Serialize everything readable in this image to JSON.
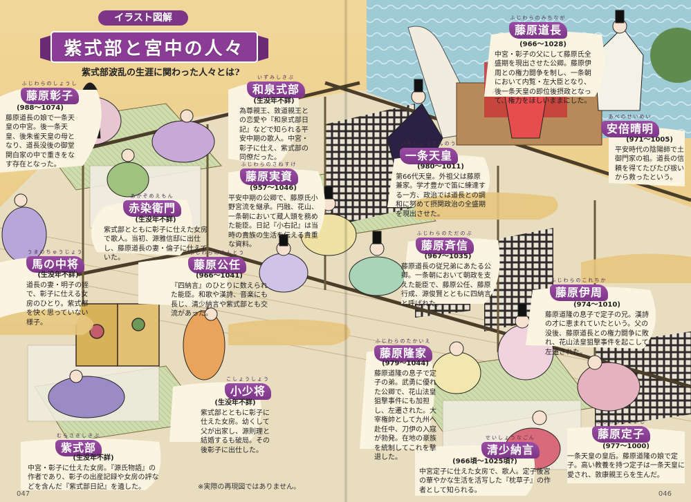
{
  "header": {
    "label": "イラスト図解",
    "title": "紫式部と宮中の人々",
    "subtitle": "紫式部波乱の生涯に関わった人々とは?"
  },
  "people": [
    {
      "name": "藤原彰子",
      "ruby": "ふじわらのしょうし",
      "dates": "(988～1074)",
      "desc": "藤原道長の娘で一条天皇の中宮。後一条天皇、後朱雀天皇の母となり、道長没後の御堂関白家の中で重きをなす存在となった。"
    },
    {
      "name": "和泉式部",
      "ruby": "いずみしきぶ",
      "dates": "(生没年不詳)",
      "desc": "為尊親王、敦道親王との恋愛や『和泉式部日記』などで知られる平安中期の歌人。中宮・彰子に仕え、紫式部の同僚だった。"
    },
    {
      "name": "赤染衛門",
      "ruby": "あかぞめえもん",
      "dates": "(生没年不詳)",
      "desc": "紫式部とともに彰子に仕えた女房で歌人。当初、源雅信邸に出仕し、藤原道長の妻・倫子に仕えていた。"
    },
    {
      "name": "藤原実資",
      "ruby": "ふじわらのさねすけ",
      "dates": "(957～1046)",
      "desc": "平安中期の公卿で、藤原氏小野宮流を継承。円融、花山、一条朝において蔵人頭を務めた能臣。日記『小右記』は当時の貴族の生活を伝える貴重な資料。"
    },
    {
      "name": "馬の中将",
      "ruby": "うまのちゅうじょう",
      "dates": "(生没年不詳)",
      "desc": "道長の妻・明子の姪で、彰子に仕える女房のひとり。紫式部を快く思っていない様子。"
    },
    {
      "name": "藤原公任",
      "ruby": "ふじわらのきんとう",
      "dates": "(966～1041)",
      "desc": "『四納言』のひとりに数えられた能臣。和歌や漢詩、音楽にも長じ、清少納言や紫式部とも交流があった。"
    },
    {
      "name": "藤原道長",
      "ruby": "ふじわらのみちなが",
      "dates": "(966～1028)",
      "desc": "中宮・彰子の父にして藤原氏全盛期を現出させた公卿。藤原伊周との権力闘争を制し、一条朝において内覧・左大臣となり、後一条天皇の即位後摂政となって、権力をほしいままにした。"
    },
    {
      "name": "安倍晴明",
      "ruby": "あべのせいめい",
      "dates": "(971～1005)",
      "desc": "平安時代の陰陽師で土御門家の祖。道長の信頼を得てたびたび祓いから救ったという。"
    },
    {
      "name": "一条天皇",
      "ruby": "いちじょうてんのう",
      "dates": "(980～1011)",
      "desc": "第66代天皇。外祖父は藤原兼家。学才豊かで笛に練達する一方、政治では道長との調和に努めて摂関政治の全盛期を現出させた。"
    },
    {
      "name": "藤原斉信",
      "ruby": "ふじわらのただのぶ",
      "dates": "(967～1035)",
      "desc": "藤原道長の従兄弟にあたる公卿。一条朝において朝政を支えた能臣で、藤原公任、藤原行成、源俊賢とともに四納言と呼ばれた。"
    },
    {
      "name": "藤原伊周",
      "ruby": "ふじわらのこれちか",
      "dates": "(974～1010)",
      "desc": "藤原道隆の息子で定子の兄。漢詩の才に恵まれていたという。父の没後、藤原道長との権力闘争に敗れ、花山法皇狙撃事件を起こして左遷された。"
    },
    {
      "name": "藤原隆家",
      "ruby": "ふじわらのたかいえ",
      "dates": "(979～1044)",
      "desc": "藤原道隆の息子で定子の弟。武勇に優れた公卿で、花山法皇狙撃事件にも加担し、左遷された。大宰権帥として九州へ赴任中、刀伊の入寇が勃発。在地の豪族を統制してこれを撃退した。"
    },
    {
      "name": "小少将",
      "ruby": "こしょうしょう",
      "dates": "(生没年不詳)",
      "desc": "紫式部とともに彰子に仕えた女房。幼くして父が出家し、源則理と結婚するも破局。その後彰子に出仕した。"
    },
    {
      "name": "紫式部",
      "ruby": "むらさきしきぶ",
      "dates": "(生没年不詳)",
      "desc": "中宮・彰子に仕えた女房。『源氏物語』の作者であり、彰子の出産記録や女房の評などを含んだ『紫式部日記』を遺した。"
    },
    {
      "name": "清少納言",
      "ruby": "せいしょうなごん",
      "dates": "(966頃～1025頃?)",
      "desc": "中宮定子に仕えた女房で、歌人。定子後宮の華やかな生活を活写した『枕草子』の作者として知られる。"
    },
    {
      "name": "藤原定子",
      "ruby": "ふじわらのていし",
      "dates": "(977～1000)",
      "desc": "一条天皇の皇后。藤原道隆の娘で定子。高い教養を持つ定子は一条天皇に愛され、敦康親王らを生んだ。"
    }
  ],
  "footer": {
    "left_page": "047",
    "right_page": "046",
    "note": "※実際の再現図ではありません。"
  },
  "colors": {
    "badge": "#7d3687",
    "paper": "#f7ecd0",
    "gold": "#e7c77e"
  }
}
